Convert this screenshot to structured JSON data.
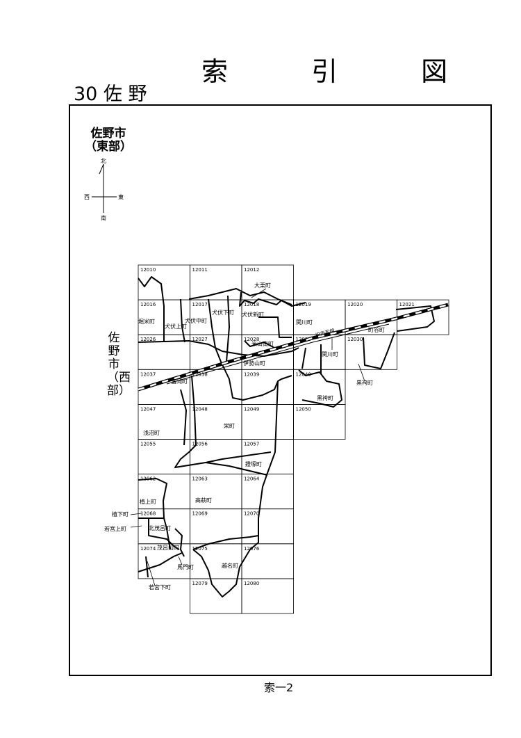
{
  "title": "索 引 図",
  "subtitle": "30 佐 野",
  "area_name": {
    "line1": "佐野市",
    "line2": "（東部）"
  },
  "west_label": "佐野市（西部）",
  "compass": {
    "north": "北",
    "south": "南",
    "east": "東",
    "west": "西"
  },
  "railway_label": "JR両毛線",
  "footer": "索一2",
  "grid_cells": [
    "12010",
    "12011",
    "12012",
    "12016",
    "12017",
    "12018",
    "12019",
    "12020",
    "12021",
    "12026",
    "12027",
    "12028",
    "12029",
    "12030",
    "12037",
    "12038",
    "12039",
    "12040",
    "12047",
    "12048",
    "12049",
    "12050",
    "12055",
    "12056",
    "12057",
    "12062",
    "12063",
    "12064",
    "12068",
    "12069",
    "12070",
    "12074",
    "12075",
    "12076",
    "12079",
    "12080"
  ],
  "towns": [
    "大栗町",
    "犬伏下町",
    "犬伏新町",
    "関川町",
    "堀米町",
    "犬伏上町",
    "犬伏中町",
    "町谷町",
    "米山南町",
    "関川町",
    "伊勢山町",
    "富岡町",
    "黒袴町",
    "黒袴町",
    "栄町",
    "浅沼町",
    "鐙塚町",
    "高萩町",
    "植上町",
    "植下町",
    "北茂呂町",
    "若宮上町",
    "茂呂山町",
    "馬門町",
    "越名町",
    "若宮下町"
  ]
}
